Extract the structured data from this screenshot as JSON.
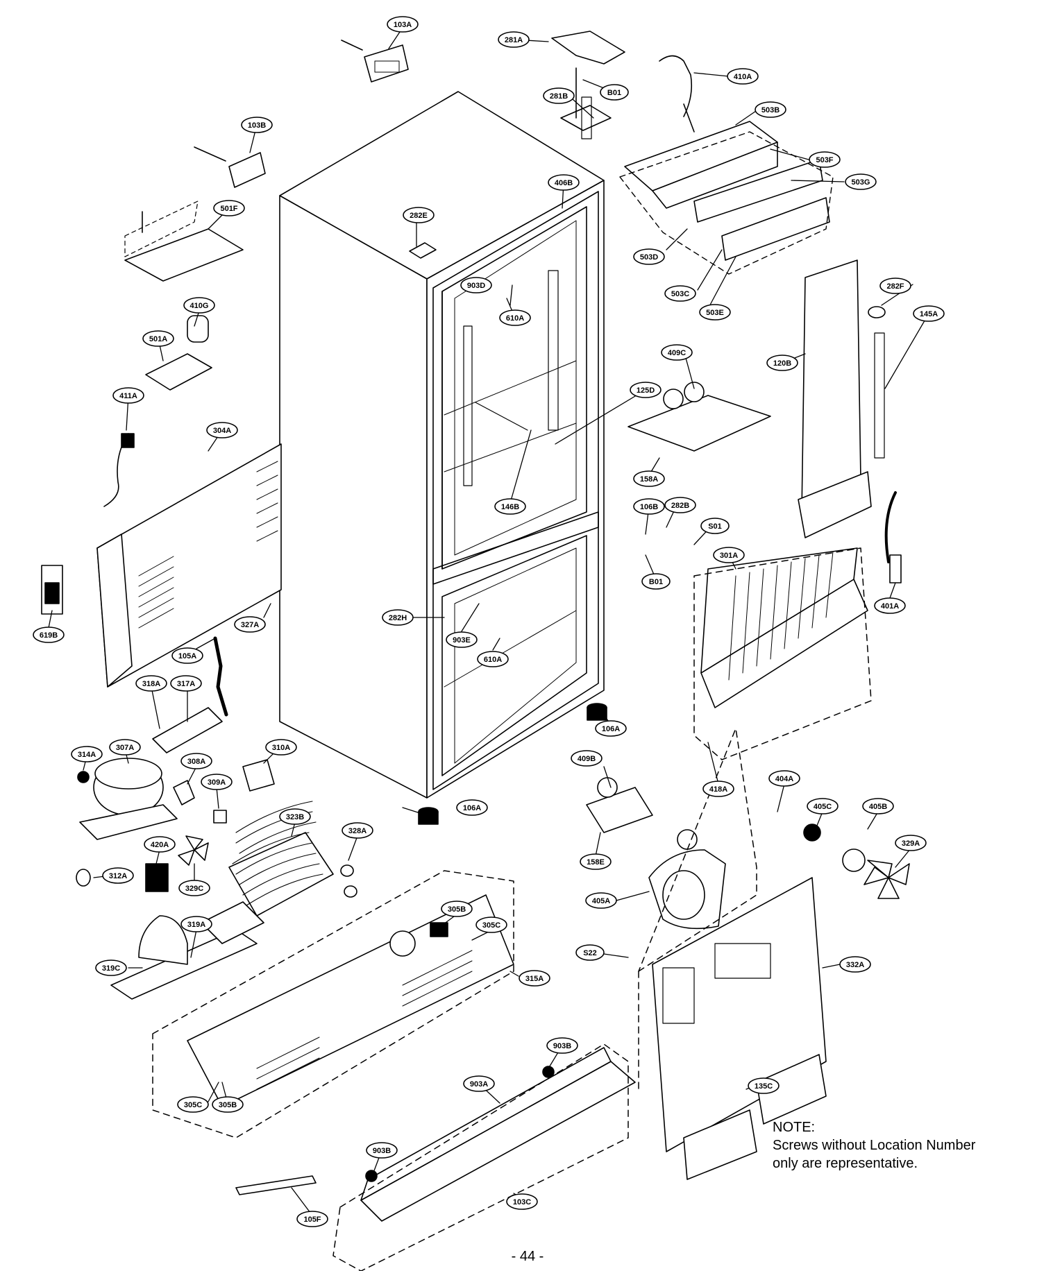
{
  "labels": {
    "103A": "103A",
    "281A": "281A",
    "B01_top": "B01",
    "410A": "410A",
    "281B": "281B",
    "503B": "503B",
    "103B": "103B",
    "406B": "406B",
    "503F": "503F",
    "503G": "503G",
    "501F": "501F",
    "282E": "282E",
    "503D": "503D",
    "903D": "903D",
    "503C": "503C",
    "503E": "503E",
    "282F": "282F",
    "410G": "410G",
    "610A_top": "610A",
    "145A": "145A",
    "501A": "501A",
    "409C": "409C",
    "120B": "120B",
    "411A": "411A",
    "125D": "125D",
    "304A": "304A",
    "158A": "158A",
    "146B": "146B",
    "106B": "106B",
    "282B": "282B",
    "S01": "S01",
    "301A": "301A",
    "B01_mid": "B01",
    "282H": "282H",
    "401A": "401A",
    "327A": "327A",
    "619B": "619B",
    "903E": "903E",
    "105A": "105A",
    "610A_mid": "610A",
    "318A": "318A",
    "317A": "317A",
    "106A_right": "106A",
    "314A": "314A",
    "307A": "307A",
    "310A": "310A",
    "308A": "308A",
    "409B": "409B",
    "309A": "309A",
    "418A": "418A",
    "404A": "404A",
    "106A_left": "106A",
    "323B": "323B",
    "405C": "405C",
    "405B": "405B",
    "328A": "328A",
    "420A": "420A",
    "158E": "158E",
    "329A": "329A",
    "312A": "312A",
    "329C": "329C",
    "405A": "405A",
    "305B_top": "305B",
    "319A": "319A",
    "305C_top": "305C",
    "S22": "S22",
    "332A": "332A",
    "319C": "319C",
    "315A": "315A",
    "903B_right": "903B",
    "903A": "903A",
    "135C": "135C",
    "305C_bot": "305C",
    "305B_bot": "305B",
    "903B_left": "903B",
    "103C": "103C",
    "105F": "105F"
  },
  "note": {
    "title": "NOTE:",
    "line1": "Screws without Location Number",
    "line2": "only are representative."
  },
  "page_number": "- 44 -"
}
